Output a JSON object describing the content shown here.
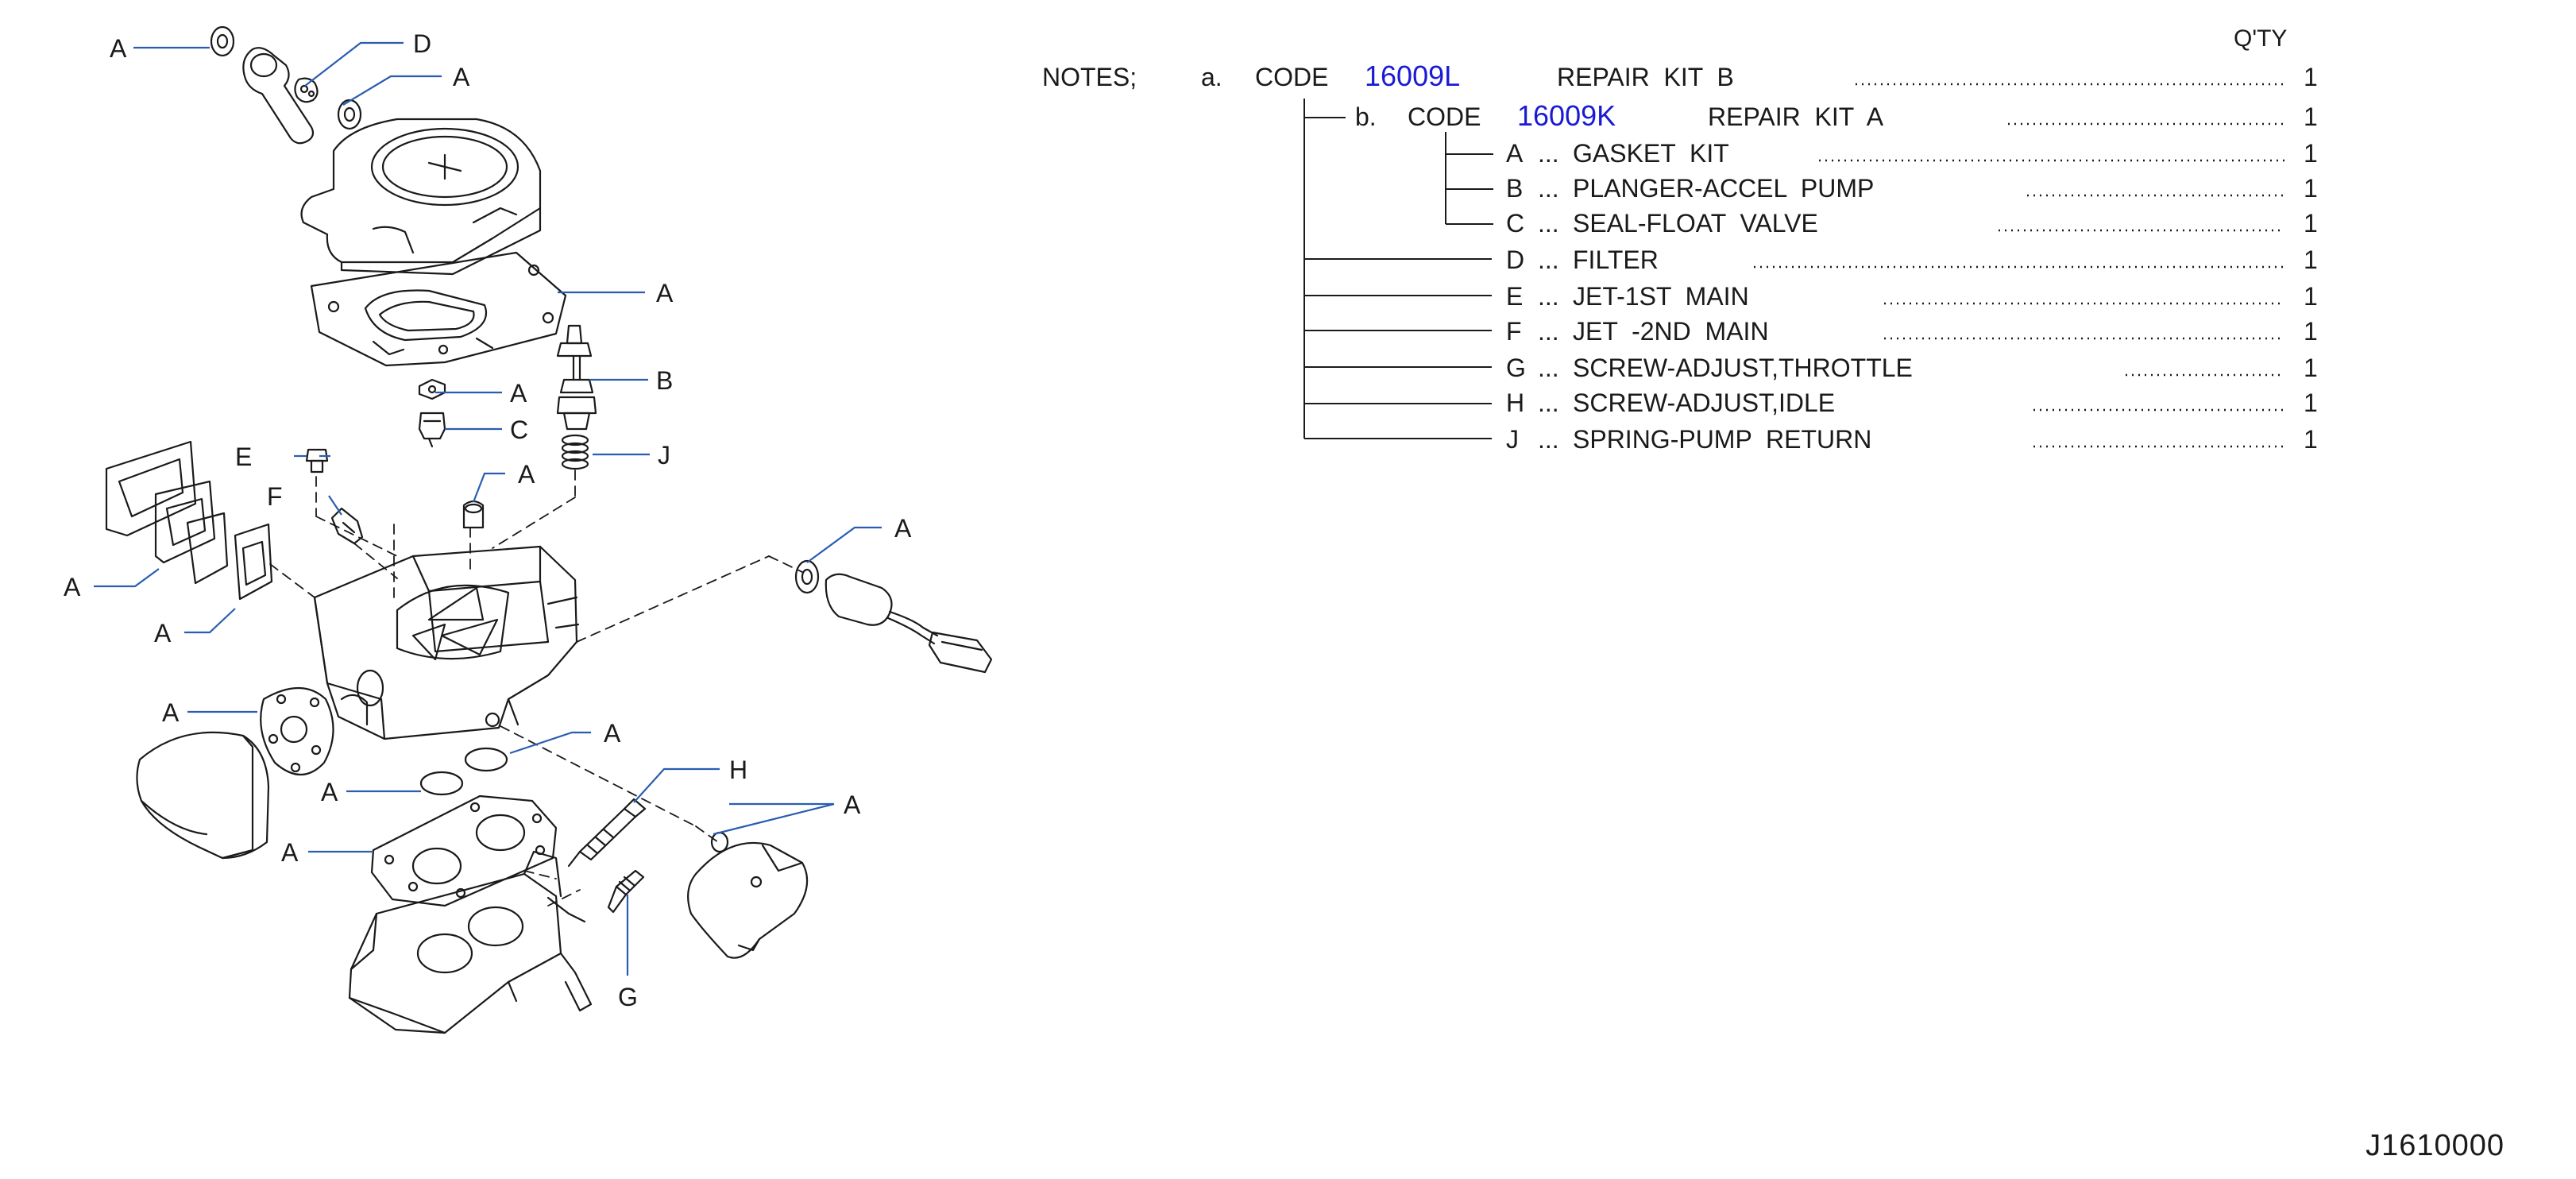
{
  "header": {
    "qty_label": "Q'TY"
  },
  "notes": {
    "title": "NOTES;",
    "kit_a": {
      "letter": "a.",
      "code_word": "CODE",
      "code": "16009L",
      "name": "REPAIR  KIT  B",
      "qty": "1"
    },
    "kit_b": {
      "letter": "b.",
      "code_word": "CODE",
      "code": "16009K",
      "name": "REPAIR  KIT  A",
      "qty": "1"
    },
    "items": [
      {
        "letter": "A",
        "name": "GASKET  KIT",
        "qty": "1"
      },
      {
        "letter": "B",
        "name": "PLANGER-ACCEL  PUMP",
        "qty": "1"
      },
      {
        "letter": "C",
        "name": "SEAL-FLOAT  VALVE",
        "qty": "1"
      },
      {
        "letter": "D",
        "name": "FILTER",
        "qty": "1"
      },
      {
        "letter": "E",
        "name": "JET-1ST  MAIN",
        "qty": "1"
      },
      {
        "letter": "F",
        "name": "JET  -2ND  MAIN",
        "qty": "1"
      },
      {
        "letter": "G",
        "name": "SCREW-ADJUST,THROTTLE",
        "qty": "1"
      },
      {
        "letter": "H",
        "name": "SCREW-ADJUST,IDLE",
        "qty": "1"
      },
      {
        "letter": "J",
        "name": "SPRING-PUMP  RETURN",
        "qty": "1"
      }
    ],
    "dots_prefix": "..."
  },
  "callouts": {
    "a": "A",
    "b": "B",
    "c": "C",
    "d": "D",
    "e": "E",
    "f": "F",
    "g": "G",
    "h": "H",
    "j": "J"
  },
  "reference_code": "J1610000",
  "colors": {
    "code_link": "#1a1ad6",
    "leader_line": "#2a5db0",
    "drawing": "#1a1a1a"
  }
}
